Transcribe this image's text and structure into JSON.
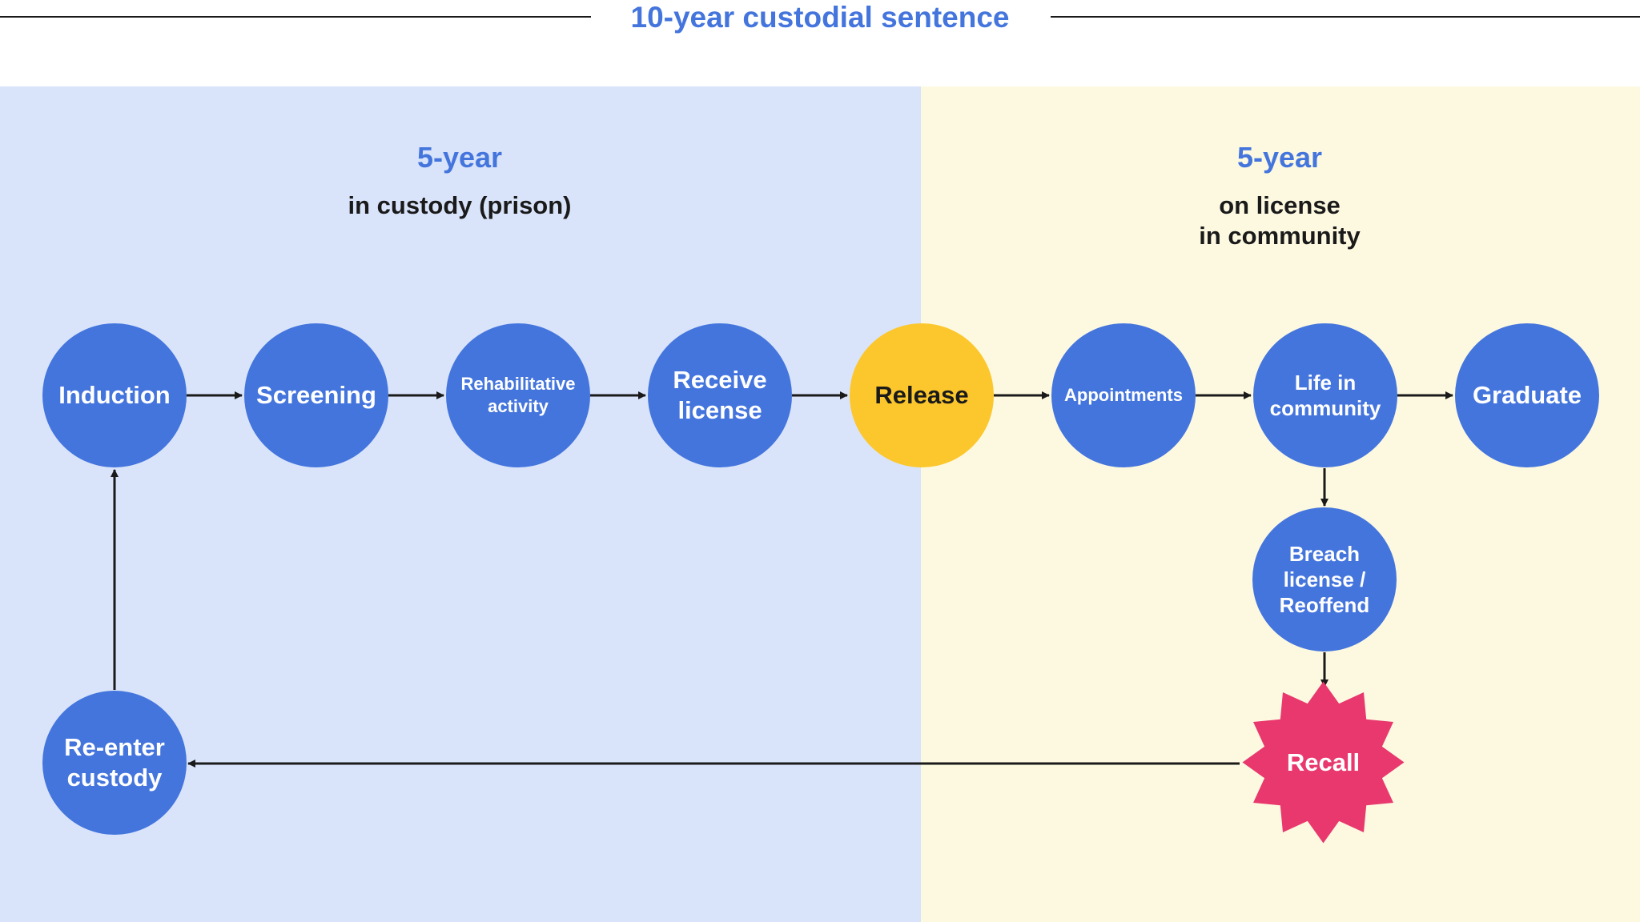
{
  "title": "10-year custodial sentence",
  "custody": {
    "duration": "5-year",
    "description": "in custody (prison)"
  },
  "license": {
    "duration": "5-year",
    "line1": "on license",
    "line2": "in community"
  },
  "nodes": {
    "induction": "Induction",
    "screening": "Screening",
    "rehab_line1": "Rehabilitative",
    "rehab_line2": "activity",
    "receive_line1": "Receive",
    "receive_line2": "license",
    "release": "Release",
    "appointments": "Appointments",
    "life_line1": "Life in",
    "life_line2": "community",
    "graduate": "Graduate",
    "breach_line1": "Breach",
    "breach_line2": "license /",
    "breach_line3": "Reoffend",
    "recall": "Recall",
    "reenter_line1": "Re-enter",
    "reenter_line2": "custody"
  },
  "colors": {
    "node_blue": "#4475dd",
    "release_yellow": "#fcc72c",
    "recall_pink": "#e8386e",
    "custody_panel": "#d9e4fa",
    "license_panel": "#fdf9e1",
    "arrow": "#1a1a1a"
  }
}
